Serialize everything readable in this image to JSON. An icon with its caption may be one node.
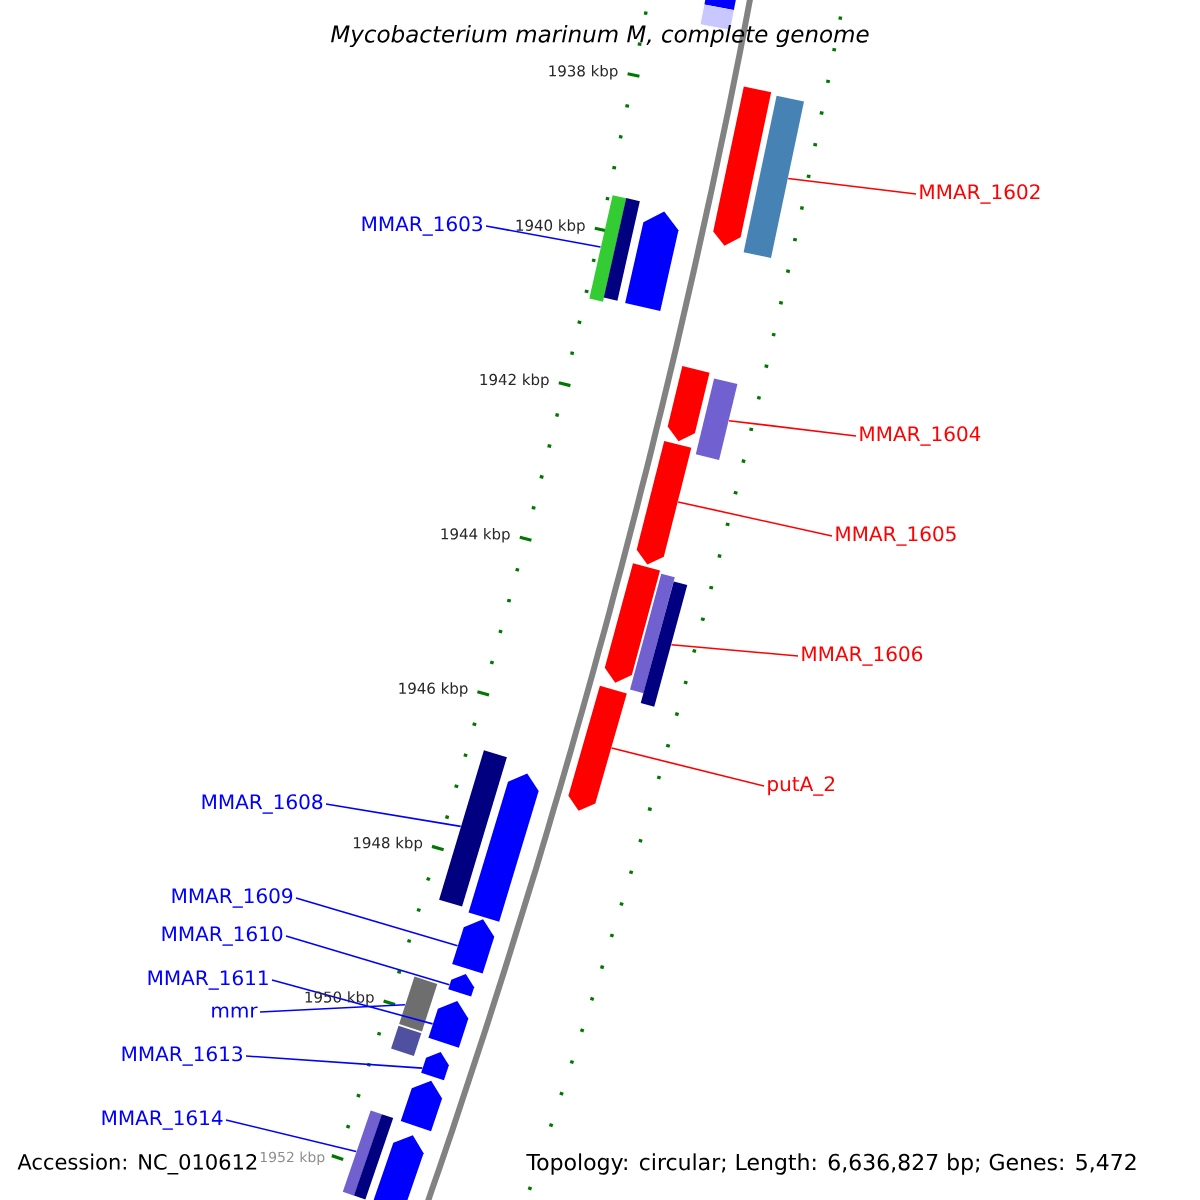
{
  "diagram": {
    "title": "*Mycobacterium marinum* M, complete genome",
    "nodes": [
      {
        "text": [
          "MMAR_1602"
        ]
      },
      {
        "text": [
          "MMAR_1603"
        ]
      },
      {
        "text": [
          "MMAR_1604"
        ]
      },
      {
        "text": [
          "MMAR_1605"
        ]
      },
      {
        "text": [
          "MMAR_1606"
        ]
      },
      {
        "text": [
          "putA_2"
        ]
      },
      {
        "text": [
          "MMAR_1608"
        ]
      },
      {
        "text": [
          "MMAR_1609"
        ]
      },
      {
        "text": [
          "MMAR_1610"
        ]
      },
      {
        "text": [
          "MMAR_1611"
        ]
      },
      {
        "text": [
          "mmr"
        ]
      },
      {
        "text": [
          "MMAR_1613"
        ]
      },
      {
        "text": [
          "MMAR_1614"
        ]
      },
      {
        "text": [],
        "shape": "bar"
      },
      {
        "text": [],
        "shape": "bar"
      },
      {
        "text": [],
        "shape": "bar"
      },
      {
        "text": [],
        "shape": "bar"
      },
      {
        "text": [],
        "shape": "bar"
      },
      {
        "text": [],
        "shape": "bar"
      },
      {
        "text": [],
        "shape": "bar"
      },
      {
        "text": [],
        "shape": "bar"
      },
      {
        "text": [],
        "shape": "bar"
      },
      {
        "text": [],
        "shape": "bar"
      },
      {
        "text": [],
        "shape": "bar"
      },
      {
        "text": [],
        "shape": "bar"
      },
      {
        "text": [],
        "shape": "bar"
      },
      {
        "text": [],
        "shape": "bar"
      },
      {
        "text": [],
        "shape": "bar"
      },
      {
        "text": [],
        "shape": "bar"
      },
      {
        "text": [],
        "shape": "bar"
      },
      {
        "text": [],
        "shape": "bar"
      },
      {
        "text": [],
        "shape": "bar"
      },
      {
        "text": [],
        "shape": "bar"
      },
      {
        "text": [],
        "shape": "bar"
      },
      {
        "text": [],
        "shape": "bar"
      },
      {
        "text": [],
        "shape": "bar"
      },
      {
        "text": [],
        "shape": "bar"
      },
      {
        "text": [],
        "shape": "bar"
      },
      {
        "text": [],
        "shape": "bar"
      }
    ],
    "edges": [
      {
        "from": 0,
        "to": 16,
        "arrow": "none",
        "color": "#ff0000"
      },
      {
        "from": 1,
        "to": 17,
        "arrow": "none"
      },
      {
        "from": 2,
        "to": 21,
        "arrow": "none",
        "color": "#ff0000"
      },
      {
        "from": 3,
        "to": 22,
        "arrow": "none",
        "color": "#ff0000"
      },
      {
        "from": 4,
        "to": 25,
        "arrow": "none",
        "color": "#ff0000"
      },
      {
        "from": 5,
        "to": 26,
        "arrow": "none",
        "color": "#ff0000"
      },
      {
        "from": 6,
        "to": 27,
        "arrow": "none"
      },
      {
        "from": 7,
        "to": 29,
        "arrow": "none"
      },
      {
        "from": 8,
        "to": 30,
        "arrow": "none"
      },
      {
        "from": 9,
        "to": 32,
        "arrow": "none"
      },
      {
        "from": 10,
        "to": 31,
        "arrow": "none"
      },
      {
        "from": 11,
        "to": 34,
        "arrow": "none"
      },
      {
        "from": 12,
        "to": 36,
        "arrow": "none"
      }
    ],
    "labels": [
      "1938 kbp",
      "1940 kbp",
      "1942 kbp",
      "1944 kbp",
      "1946 kbp",
      "1948 kbp",
      "1950 kbp",
      "1952 kbp",
      "Accession: NC_010612",
      "Topology: circular; Length: 6,636,827 bp; Genes: 5,472"
    ]
  }
}
